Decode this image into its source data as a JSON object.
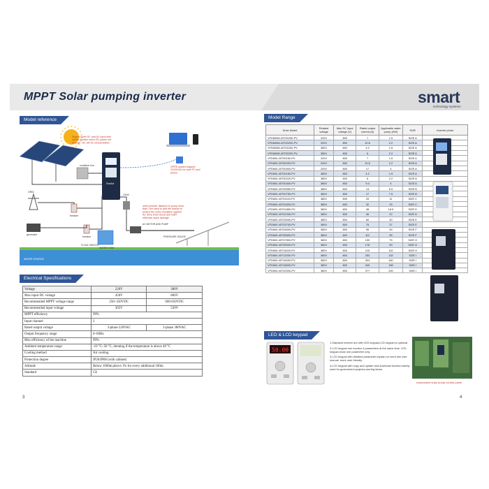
{
  "header": {
    "title": "MPPT Solar pumping inverter",
    "logo": "smart",
    "logo_tagline": "technology systems"
  },
  "sections": {
    "model_reference": "Model  reference",
    "electrical_specifications": "Electrical Specifications",
    "model_range": "Model Range",
    "keypad": "LED & LCD keypad"
  },
  "diagram": {
    "note_supply": "Support both DC and AC input,with hybrid function when DC power not enough , AC will do compensation",
    "combiner_box": "combiner box",
    "gprs_note": "GPRS system support 2G/3G/4G for both PC and phone",
    "grid": "GRID",
    "generator": "generator",
    "breaker_1": "breaker",
    "breaker_2": "breaker",
    "uvw": "UVW",
    "protection_note": "when inverter distance to pump more than 70m need to add the reactor to protect the motor insulation against AC drive short circuit and IGBT reflective wave damage",
    "ac_motor": "AC MOTOR AND PUMP",
    "water_tank": "WATER TANK",
    "pressure_gauge": "PRESSURE GAUGE",
    "float_switch": "FLOAT SWITCH",
    "water_source": "WATER SOURCE",
    "inverter_brand": "SmArt"
  },
  "spec_table": {
    "header": [
      "Voltage",
      "220V",
      "380V"
    ],
    "rows": [
      {
        "label": "Max input DC voltage",
        "a": "450V",
        "b": "800V"
      },
      {
        "label": "Recommended MPPT voltage range",
        "a": "250~350VDC",
        "b": "600-650VDC"
      },
      {
        "label": "Recommended input voltage",
        "a": "305V",
        "b": "530V"
      },
      {
        "label": "MPPT efficiency",
        "span": "99%"
      },
      {
        "label": "Input channel",
        "span": "2"
      },
      {
        "label": "Rated output voltage",
        "a": "3-phase 220VAC",
        "b": "3-phase 380VAC"
      },
      {
        "label": "Output frequency range",
        "span": "0~60Hz"
      },
      {
        "label": "Max efficiency of the machine",
        "span": "99%"
      },
      {
        "label": "Ambient temperature range",
        "span": "-10 °C~50 °C, derating if the temperature is above 40 °C"
      },
      {
        "label": "Cooling method",
        "span": "Air cooling"
      },
      {
        "label": "Protection degree",
        "span": "IP20/IP68 (with cabinet)"
      },
      {
        "label": "Altitude",
        "span": "Below 1000m;above 1% for every additional 100m."
      },
      {
        "label": "Standard",
        "span": "CE"
      }
    ]
  },
  "range_table": {
    "columns": [
      "Drive Model",
      "Related voltage",
      "Max DC input voltage (V)",
      "Rated output current (A)",
      "Applicable water pump (KW)",
      "SIZE",
      "Inverter photo"
    ],
    "rows": [
      [
        "VFD600M-20T00150-PV",
        "220V",
        "800",
        "7",
        "1.5",
        "SIZE A"
      ],
      [
        "VFD600M-20T00220-PV",
        "220V",
        "800",
        "10.6",
        "2.2",
        "SIZE A"
      ],
      [
        "VFD600M-40T00150-PV",
        "380V",
        "800",
        "4.2",
        "1.5",
        "SIZE A"
      ],
      [
        "VFD600M-40T00220-PV",
        "380V",
        "800",
        "6",
        "2.2",
        "SIZE A"
      ],
      [
        "VFD600-20T00150-PV",
        "220V",
        "800",
        "7",
        "1.5",
        "SIZE A"
      ],
      [
        "VFD600-20T00220-PV",
        "220V",
        "800",
        "10.6",
        "2.2",
        "SIZE A"
      ],
      [
        "VFD600-20T00400-PV",
        "220V",
        "800",
        "17",
        "4",
        "SIZE A"
      ],
      [
        "VFD600-40T00150-PV",
        "380V",
        "800",
        "4.2",
        "1.5",
        "SIZE A"
      ],
      [
        "VFD600-40T00220-PV",
        "380V",
        "800",
        "6",
        "2.2",
        "SIZE A"
      ],
      [
        "VFD600-40T00400-PV",
        "380V",
        "800",
        "9.4",
        "4",
        "SIZE A"
      ],
      [
        "VFD600-40T00550-PV",
        "380V",
        "800",
        "13",
        "5.5",
        "SIZE B"
      ],
      [
        "VFD600-40T00750-PV",
        "380V",
        "800",
        "17",
        "7.5",
        "SIZE B"
      ],
      [
        "VFD600-40T01100-PV",
        "380V",
        "800",
        "25",
        "11",
        "SIZE C"
      ],
      [
        "VFD600-40T01500-PV",
        "380V",
        "800",
        "32",
        "15",
        "SIZE C"
      ],
      [
        "VFD600-40T01850-PV",
        "380V",
        "800",
        "38",
        "18.5",
        "SIZE D"
      ],
      [
        "VFD600-40T02200-PV",
        "380V",
        "800",
        "46",
        "22",
        "SIZE D"
      ],
      [
        "VFD600-40T03000-PV",
        "380V",
        "800",
        "60",
        "30",
        "SIZE E"
      ],
      [
        "VFD600-40T03700-PV",
        "380V",
        "800",
        "75",
        "37",
        "SIZE E"
      ],
      [
        "VFD600-40T04500-PV",
        "380V",
        "800",
        "96",
        "45",
        "SIZE F"
      ],
      [
        "VFD600-40T05500-PV",
        "380V",
        "800",
        "112",
        "55",
        "SIZE F"
      ],
      [
        "VFD600-40T07500-PV",
        "380V",
        "800",
        "150",
        "75",
        "SIZE G"
      ],
      [
        "VFD600-40T09000-PV",
        "380V",
        "800",
        "176",
        "90",
        "SIZE G"
      ],
      [
        "VFD600-40T11000-PV",
        "380V",
        "800",
        "210",
        "110",
        "SIZE H"
      ],
      [
        "VFD600-40T13200-PV",
        "380V",
        "800",
        "253",
        "132",
        "SIZE I"
      ],
      [
        "VFD600-40T16000-PV",
        "380V",
        "800",
        "304",
        "160",
        "SIZE I"
      ],
      [
        "VFD600-40T18500-PV",
        "380V",
        "800",
        "340",
        "185",
        "SIZE I"
      ],
      [
        "VFD600-40T20000-PV",
        "380V",
        "800",
        "377",
        "200",
        "SIZE I"
      ]
    ]
  },
  "keypad": {
    "led_display": "50.00",
    "notes": [
      "1.Standard inverter are with LED keypad,LCD keypad is optional.",
      "2.LCD keypad can monitor 4 parameters at the same time, LED keypad show one parameter only.",
      "3.LCD keypad with detailed parameter explain,no need see user manual ,more user friendly.",
      "4.LCD keypad with copy and update and download function,widely used for government projects and big farms."
    ],
    "caption": "customized solar pump control panel"
  },
  "pages": {
    "left": "3",
    "right": "4"
  },
  "colors": {
    "accent": "#2f5597",
    "row_alt": "#d9e2f0",
    "title": "#1b2a4a"
  }
}
